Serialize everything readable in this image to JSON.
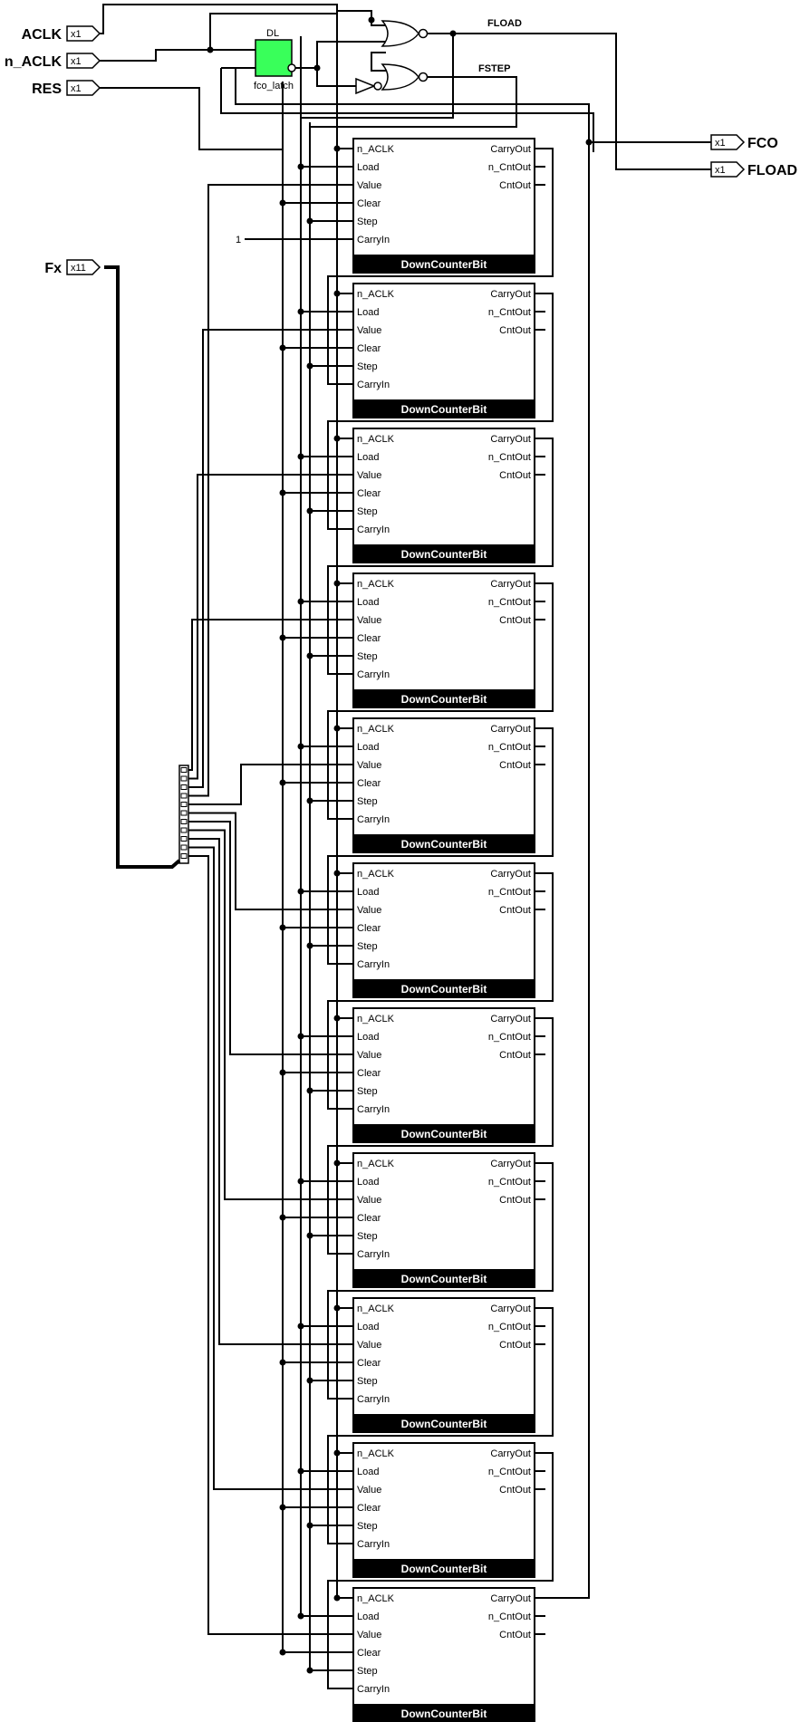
{
  "inputs": [
    {
      "name": "ACLK",
      "width": "x1"
    },
    {
      "name": "n_ACLK",
      "width": "x1"
    },
    {
      "name": "RES",
      "width": "x1"
    }
  ],
  "bus_input": {
    "name": "Fx",
    "width": "x11"
  },
  "outputs": [
    {
      "name": "FCO",
      "width": "x1"
    },
    {
      "name": "FLOAD",
      "width": "x1"
    }
  ],
  "net_labels": {
    "fload": "FLOAD",
    "fstep": "FSTEP"
  },
  "latch": {
    "type": "DL",
    "name": "fco_latch",
    "color": "#39ff5a"
  },
  "constant": "1",
  "counter": {
    "title": "DownCounterBit",
    "inputs": [
      "n_ACLK",
      "Load",
      "Value",
      "Clear",
      "Step",
      "CarryIn"
    ],
    "outputs": [
      "CarryOut",
      "n_CntOut",
      "CntOut"
    ]
  },
  "counter_count": 11,
  "splitter_count": 11
}
